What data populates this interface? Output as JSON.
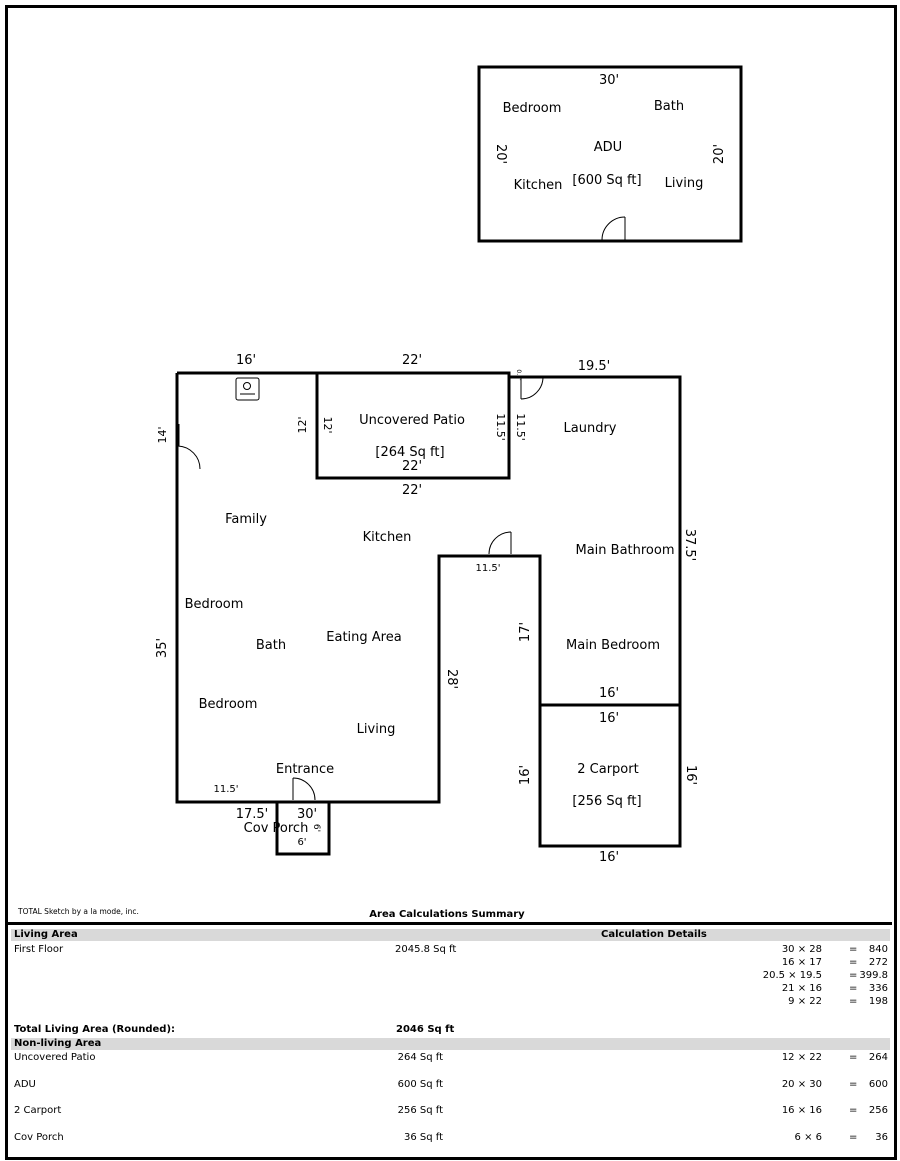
{
  "adu": {
    "rooms": [
      "Bedroom",
      "Bath",
      "ADU",
      "[600 Sq ft]",
      "Kitchen",
      "Living"
    ],
    "dims": {
      "top": "30'",
      "left": "20'",
      "right": "20'"
    }
  },
  "main_plan": {
    "rooms": {
      "uncovered_patio": "Uncovered Patio",
      "patio_area": "[264 Sq ft]",
      "laundry": "Laundry",
      "family": "Family",
      "kitchen": "Kitchen",
      "main_bathroom": "Main Bathroom",
      "bedroom_1": "Bedroom",
      "bath": "Bath",
      "eating_area": "Eating Area",
      "main_bedroom": "Main Bedroom",
      "bedroom_2": "Bedroom",
      "living": "Living",
      "entrance": "Entrance",
      "carport": "2 Carport",
      "carport_area": "[256 Sq ft]",
      "cov_porch": "Cov Porch"
    },
    "dims": {
      "top_left": "16'",
      "top_patio": "22'",
      "top_right": "19.5'",
      "patio_inner_top": "22'",
      "patio_bottom": "22'",
      "patio_left": "12'",
      "patio_left_inner": "12'",
      "patio_right": "11.5'",
      "laundry_left": "11.5'",
      "laundry_top_small": "0.5'",
      "left_upper": "14'",
      "left_main": "35'",
      "right_main": "37.5'",
      "notch_top": "11.5'",
      "notch_right": "17'",
      "notch_left": "28'",
      "bedroom_bottom": "16'",
      "carport_top": "16'",
      "carport_bottom": "16'",
      "carport_left": "16'",
      "carport_right": "16'",
      "bottom_left": "11.5'",
      "bottom_mid": "17.5'",
      "bottom_30": "30'",
      "porch_bottom": "6'",
      "porch_side": "6'"
    }
  },
  "footer": {
    "credit": "TOTAL Sketch by a la mode, inc.",
    "summary_title": "Area Calculations Summary"
  },
  "living_area": {
    "header": "Living Area",
    "calc_header": "Calculation Details",
    "first_floor_label": "First Floor",
    "first_floor_value": "2045.8 Sq ft",
    "calcs": [
      {
        "expr": "30 × 28",
        "eq": "=",
        "result": "840"
      },
      {
        "expr": "16 × 17",
        "eq": "=",
        "result": "272"
      },
      {
        "expr": "20.5 × 19.5",
        "eq": "=",
        "result": "399.8"
      },
      {
        "expr": "21 × 16",
        "eq": "=",
        "result": "336"
      },
      {
        "expr": "9 × 22",
        "eq": "=",
        "result": "198"
      }
    ],
    "total_label": "Total Living Area (Rounded):",
    "total_value": "2046 Sq ft"
  },
  "non_living_area": {
    "header": "Non-living Area",
    "items": [
      {
        "label": "Uncovered Patio",
        "value": "264 Sq ft",
        "expr": "12 × 22",
        "eq": "=",
        "result": "264"
      },
      {
        "label": "ADU",
        "value": "600 Sq ft",
        "expr": "20 × 30",
        "eq": "=",
        "result": "600"
      },
      {
        "label": "2 Carport",
        "value": "256 Sq ft",
        "expr": "16 × 16",
        "eq": "=",
        "result": "256"
      },
      {
        "label": "Cov Porch",
        "value": "36 Sq ft",
        "expr": "6 × 6",
        "eq": "=",
        "result": "36"
      }
    ]
  }
}
